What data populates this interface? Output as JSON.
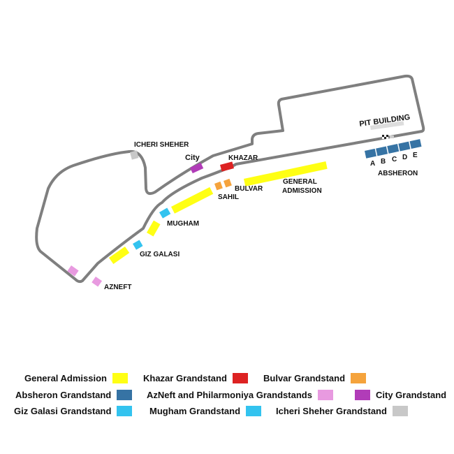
{
  "map": {
    "colors": {
      "track": "#7f7f7f",
      "general_admission": "#ffff14",
      "khazar": "#dd2222",
      "bulvar": "#f5a33c",
      "azneft_philarmoniya": "#e89ae0",
      "city": "#b13cb8",
      "absheron": "#3673a4",
      "giz_galasi": "#33c3ef",
      "mugham": "#33c3ef",
      "icheri_sheher": "#c8c8c8"
    },
    "labels": {
      "pit_building": "PIT BUILDING",
      "icheri_sheher": "ICHERI SHEHER",
      "city": "City",
      "khazar": "KHAZAR",
      "general_admission_line1": "GENERAL",
      "general_admission_line2": "ADMISSION",
      "bulvar": "BULVAR",
      "sahil": "SAHIL",
      "mugham": "MUGHAM",
      "giz_galasi": "GIZ GALASI",
      "azneft": "AZNEFT",
      "absheron": "ABSHERON",
      "absheron_sections": [
        "A",
        "B",
        "C",
        "D",
        "E"
      ]
    }
  },
  "legend": {
    "general_admission": "General Admission",
    "khazar": "Khazar Grandstand",
    "bulvar": "Bulvar Grandstand",
    "absheron": "Absheron Grandstand",
    "azneft_philarmoniya": "AzNeft and Philarmoniya Grandstands",
    "city": "City Grandstand",
    "giz_galasi": "Giz Galasi Grandstand",
    "mugham": "Mugham Grandstand",
    "icheri_sheher": "Icheri Sheher Grandstand"
  }
}
